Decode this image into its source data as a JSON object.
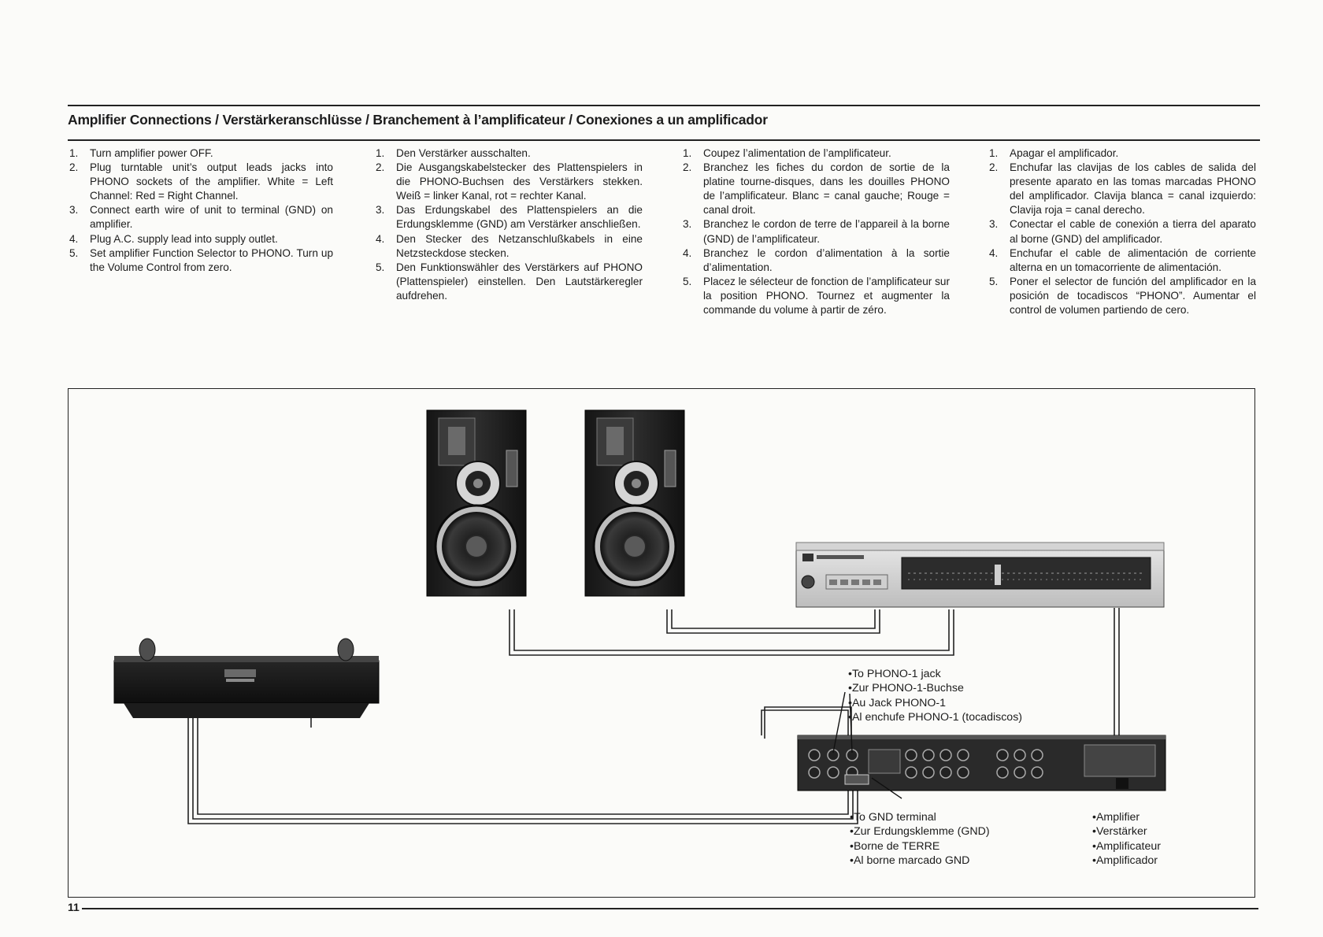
{
  "title": "Amplifier Connections / Verstärkeranschlüsse / Branchement à l’amplificateur / Conexiones a un amplificador",
  "columns": [
    {
      "lang": "en",
      "steps": [
        {
          "num": "1.",
          "text": "Turn amplifier power OFF."
        },
        {
          "num": "2.",
          "text": "Plug turntable unit’s output leads jacks into PHONO sockets of the amplifier. White = Left Channel: Red = Right Channel."
        },
        {
          "num": "3.",
          "text": "Connect earth wire of unit to terminal (GND) on amplifier."
        },
        {
          "num": "4.",
          "text": "Plug A.C. supply lead into supply outlet."
        },
        {
          "num": "5.",
          "text": "Set amplifier Function Selector to PHONO. Turn up the Volume Control from zero."
        }
      ]
    },
    {
      "lang": "de",
      "steps": [
        {
          "num": "1.",
          "text": "Den Verstärker ausschalten."
        },
        {
          "num": "2.",
          "text": "Die Ausgangskabelstecker des Plattenspielers in die PHONO-Buchsen des Verstärkers stekken. Weiß = linker Kanal, rot = rechter Kanal."
        },
        {
          "num": "3.",
          "text": "Das Erdungskabel des Plattenspielers an die Erdungsklemme (GND) am Verstärker anschließen."
        },
        {
          "num": "4.",
          "text": "Den Stecker des Netzanschlußkabels in eine Netzsteckdose stecken."
        },
        {
          "num": "5.",
          "text": "Den Funktionswähler des Verstärkers auf PHONO (Plattenspieler) einstellen. Den Lautstärkeregler aufdrehen."
        }
      ]
    },
    {
      "lang": "fr",
      "steps": [
        {
          "num": "1.",
          "text": "Coupez l’alimentation de l’amplificateur."
        },
        {
          "num": "2.",
          "text": "Branchez les fiches du cordon de sortie de la platine tourne-disques, dans les douilles PHONO de l’amplificateur. Blanc = canal gauche; Rouge = canal droit."
        },
        {
          "num": "3.",
          "text": "Branchez le cordon de terre de l’appareil à la borne (GND) de l’amplificateur."
        },
        {
          "num": "4.",
          "text": "Branchez le cordon d’alimentation à la sortie d’alimentation."
        },
        {
          "num": "5.",
          "text": "Placez le sélecteur de fonction de l’amplificateur sur la position PHONO. Tournez et augmenter la commande du volume à partir de zéro."
        }
      ]
    },
    {
      "lang": "es",
      "steps": [
        {
          "num": "1.",
          "text": "Apagar el amplificador."
        },
        {
          "num": "2.",
          "text": "Enchufar las clavijas de los cables de salida del presente aparato en las tomas marcadas PHONO del amplificador. Clavija blanca = canal izquierdo: Clavija roja = canal derecho."
        },
        {
          "num": "3.",
          "text": "Conectar el cable de conexión a tierra del aparato al borne (GND) del amplificador."
        },
        {
          "num": "4.",
          "text": "Enchufar el cable de alimentación de corriente alterna en un tomacorriente de alimentación."
        },
        {
          "num": "5.",
          "text": "Poner el selector de función del amplificador en la posición de tocadiscos “PHONO”. Aumentar el control de volumen partiendo de cero."
        }
      ]
    }
  ],
  "callouts": {
    "phono": [
      "•To PHONO-1 jack",
      "•Zur PHONO-1-Buchse",
      "•Au Jack PHONO-1",
      "•Al enchufe PHONO-1 (tocadiscos)"
    ],
    "gnd": [
      "•To GND terminal",
      "•Zur Erdungsklemme (GND)",
      "•Borne de TERRE",
      "•Al borne marcado GND"
    ],
    "amplifier": [
      "•Amplifier",
      "•Verstärker",
      "•Amplificateur",
      "•Amplificador"
    ]
  },
  "page_number": "11"
}
